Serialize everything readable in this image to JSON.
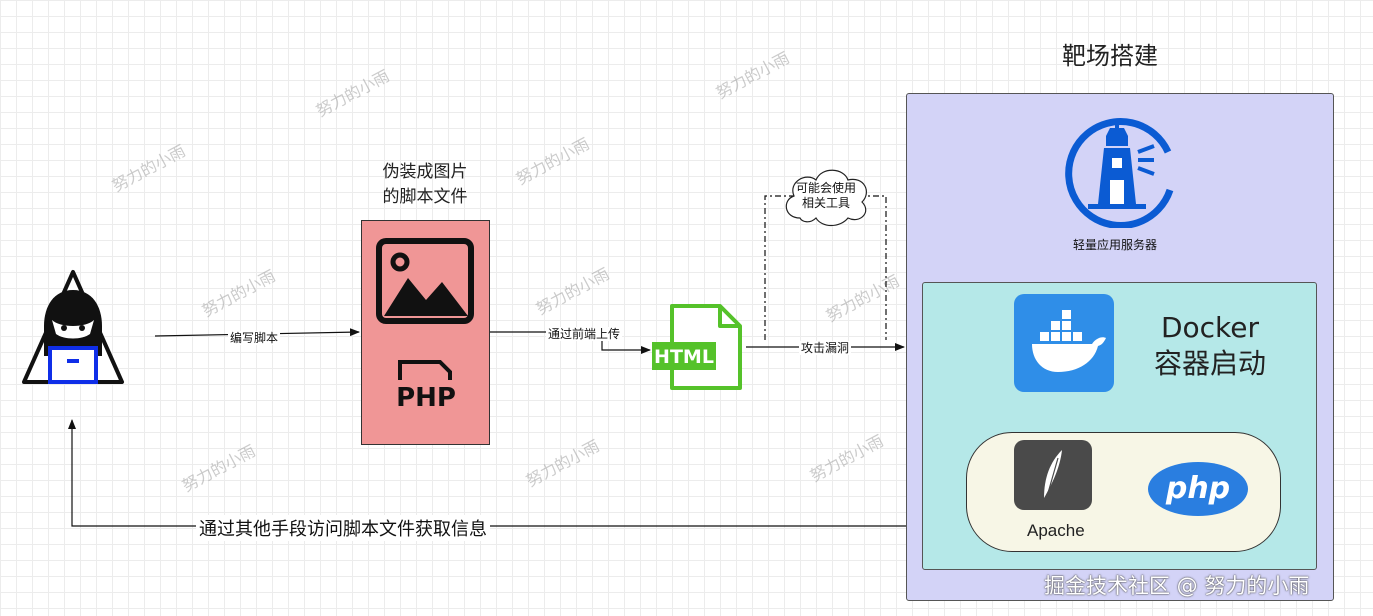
{
  "watermark_text": "努力的小雨",
  "labels": {
    "write_script": "编写脚本",
    "upload": "通过前端上传",
    "attack": "攻击漏洞",
    "access": "通过其他手段访问脚本文件获取信息"
  },
  "file_caption": {
    "line1": "伪装成图片",
    "line2": "的脚本文件"
  },
  "php_file_label": "PHP",
  "html_file_label": "HTML",
  "cloud_text": {
    "line1": "可能会使用",
    "line2": "相关工具"
  },
  "target": {
    "title": "靶场搭建",
    "server_label": "轻量应用服务器"
  },
  "docker": {
    "line1": "Docker",
    "line2": "容器启动"
  },
  "apache_label": "Apache",
  "php_logo_text": "php",
  "footer_watermark": "掘金技术社区 @ 努力的小雨",
  "colors": {
    "target_fill": "#d3d3f7",
    "docker_fill": "#b5e8e8",
    "file_fill": "#f09696",
    "html_green": "#55c22a",
    "docker_blue": "#2f8ee8",
    "lighthouse_blue": "#0b5bd3",
    "php_blue": "#2a7ee0"
  },
  "icons": [
    "hacker-icon",
    "image-icon",
    "php-file-icon",
    "html-file-icon",
    "cloud-icon",
    "lighthouse-icon",
    "docker-whale-icon",
    "apache-feather-icon",
    "php-logo-icon"
  ]
}
